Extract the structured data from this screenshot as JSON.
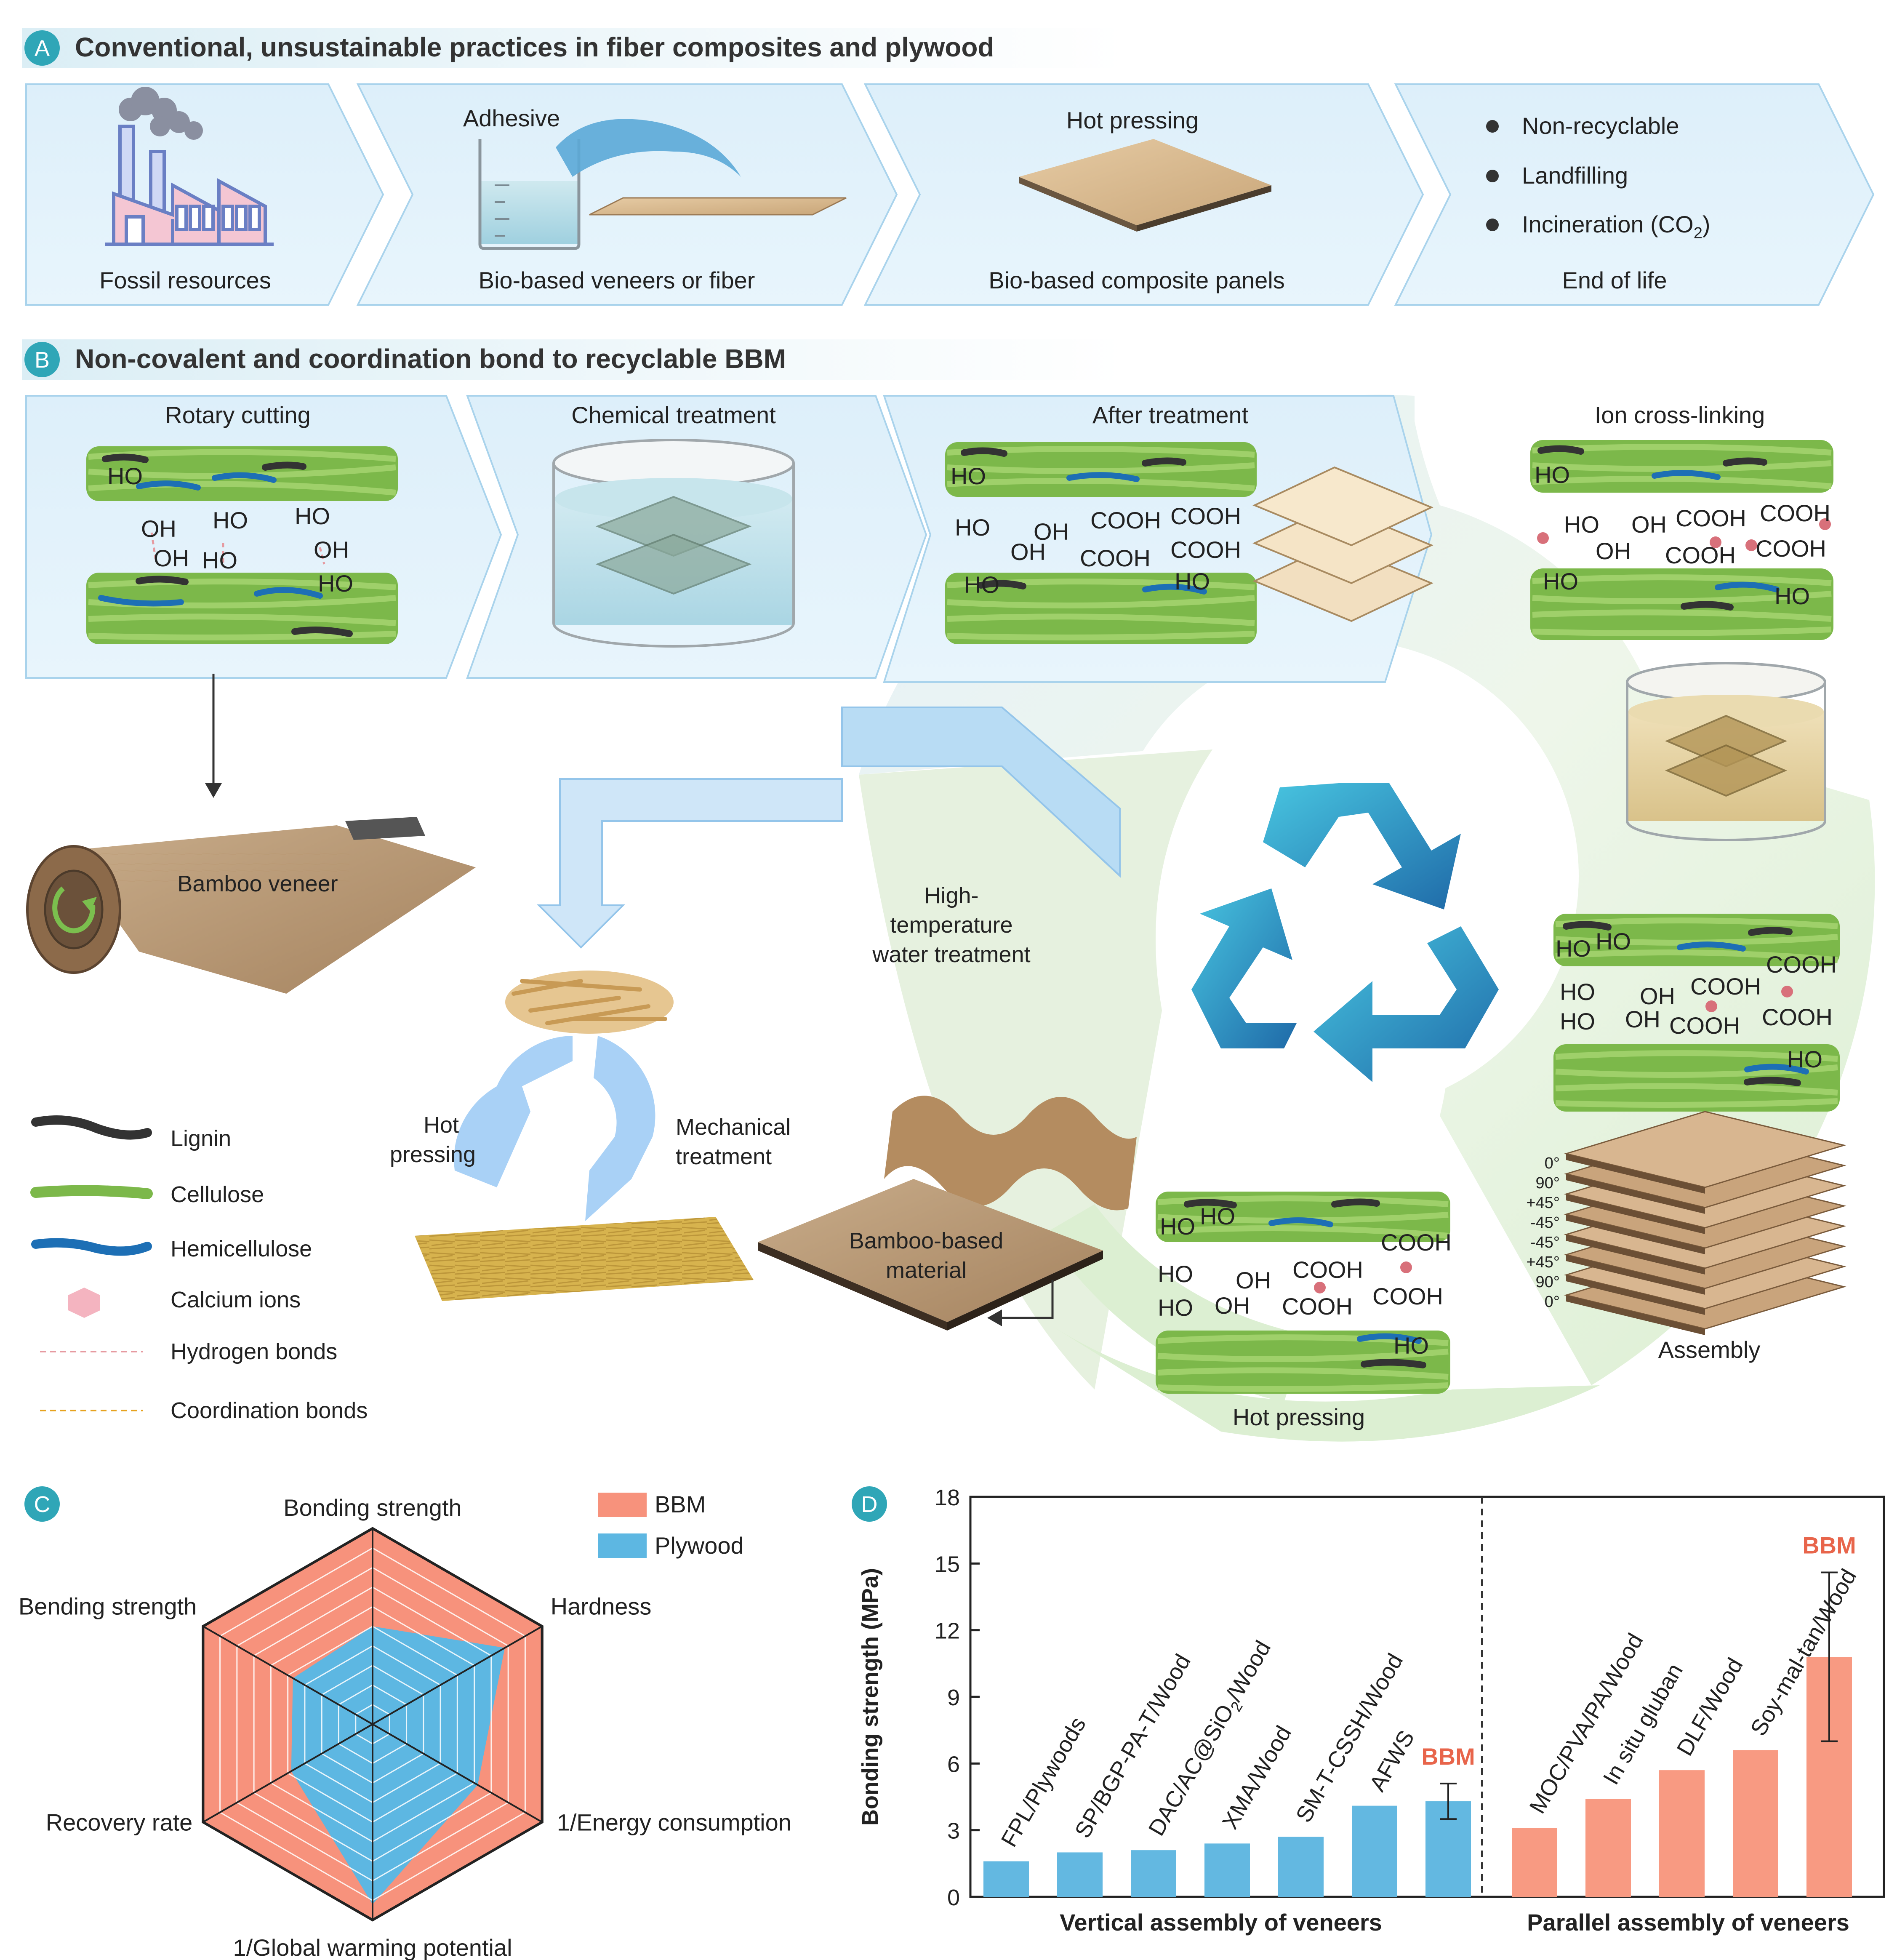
{
  "panelA": {
    "badge": "A",
    "title": "Conventional, unsustainable practices in fiber composites and plywood",
    "steps": [
      {
        "caption": "Fossil resources"
      },
      {
        "header": "Adhesive",
        "caption": "Bio-based veneers or fiber"
      },
      {
        "header": "Hot pressing",
        "caption": "Bio-based composite panels"
      },
      {
        "bullets": [
          "Non-recyclable",
          "Landfilling",
          "Incineration (CO",
          "2",
          ")"
        ],
        "caption": "End of life"
      }
    ]
  },
  "panelB": {
    "badge": "B",
    "title": "Non-covalent and coordination bond to recyclable BBM",
    "steps": [
      "Rotary cutting",
      "Chemical treatment",
      "After treatment",
      "Ion cross-linking"
    ],
    "labels": {
      "bamboo_veneer": "Bamboo veneer",
      "high_temp": [
        "High-",
        "temperature",
        "water treatment"
      ],
      "hot_pressing_left": [
        "Hot",
        "pressing"
      ],
      "mechanical": [
        "Mechanical",
        "treatment"
      ],
      "bamboo_material": [
        "Bamboo-based",
        "material"
      ],
      "hot_pressing": "Hot pressing",
      "assembly": "Assembly",
      "angles": [
        "0°",
        "90°",
        "+45°",
        "-45°",
        "-45°",
        "+45°",
        "90°",
        "0°"
      ]
    },
    "chem": {
      "ho": "HO",
      "oh": "OH",
      "cooh": "COOH"
    },
    "legend": [
      "Lignin",
      "Cellulose",
      "Hemicellulose",
      "Calcium ions",
      "Hydrogen bonds",
      "Coordination bonds"
    ]
  },
  "panelC": {
    "badge": "C",
    "axes": [
      "Bonding strength",
      "Hardness",
      "1/Energy consumption",
      "1/Global warming potential",
      "Recovery rate",
      "Bending strength"
    ],
    "legend": [
      {
        "name": "BBM",
        "color": "#f7927c"
      },
      {
        "name": "Plywood",
        "color": "#5db7e2"
      }
    ],
    "chart_data": {
      "type": "radar",
      "axes": [
        "Bonding strength",
        "Hardness",
        "1/Energy consumption",
        "1/Global warming potential",
        "Recovery rate",
        "Bending strength"
      ],
      "series": [
        {
          "name": "BBM",
          "values": [
            1,
            1,
            1,
            1,
            1,
            1
          ]
        },
        {
          "name": "Plywood",
          "values": [
            0.5,
            0.78,
            0.62,
            0.92,
            0.48,
            0.47
          ]
        }
      ],
      "rings": 10
    }
  },
  "panelD": {
    "badge": "D",
    "chart_data": {
      "type": "bar",
      "ylabel": "Bonding strength (MPa)",
      "ylim": [
        0,
        18
      ],
      "yticks": [
        0,
        3,
        6,
        9,
        12,
        15,
        18
      ],
      "groups": [
        {
          "name": "Vertical assembly of veneers",
          "color": "#63b8e1",
          "categories": [
            "FPL/Plywoods",
            "SP/BGP-PA-T/Wood",
            "DAC/AC@SiO",
            "XMA/Wood",
            "SM-T-CSSH/Wood",
            "AFWS",
            "BBM"
          ],
          "values": [
            1.6,
            2.0,
            2.1,
            2.4,
            2.7,
            4.1,
            4.3
          ],
          "errors": [
            null,
            null,
            null,
            null,
            null,
            null,
            0.8
          ]
        },
        {
          "name": "Parallel assembly of veneers",
          "color": "#f89a82",
          "categories": [
            "MOC/PVA/PA/Wood",
            "In situ gluban",
            "DLF/Wood",
            "Soy-mal-tan/Wood",
            "BBM"
          ],
          "values": [
            3.1,
            4.4,
            5.7,
            6.6,
            10.8
          ],
          "errors": [
            null,
            null,
            null,
            null,
            3.8
          ]
        }
      ],
      "label_suffix": {
        "DAC/AC@SiO": {
          "sub": "2",
          "rest": "/Wood"
        }
      },
      "highlight": "BBM"
    }
  }
}
